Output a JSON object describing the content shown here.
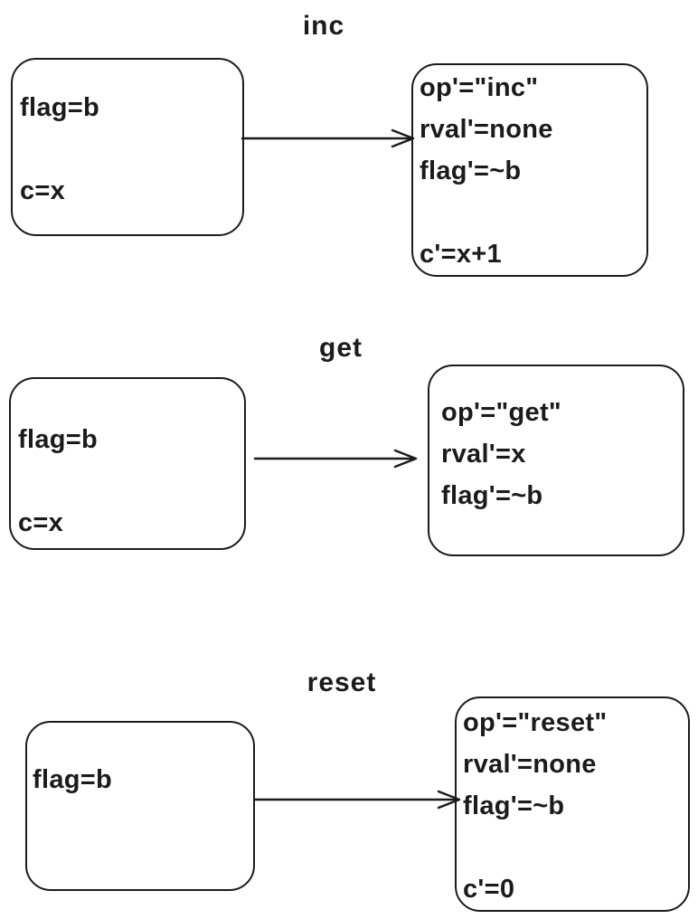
{
  "diagram": {
    "background_color": "#ffffff",
    "stroke_color": "#1b1b1b",
    "sections": [
      {
        "id": "inc",
        "title": "inc",
        "pre_state": {
          "lines": [
            "flag=b",
            "",
            "c=x"
          ]
        },
        "post_state": {
          "lines": [
            "op'=\"inc\"",
            "rval'=none",
            "flag'=~b",
            "",
            "c'=x+1"
          ]
        }
      },
      {
        "id": "get",
        "title": "get",
        "pre_state": {
          "lines": [
            "flag=b",
            "",
            "c=x"
          ]
        },
        "post_state": {
          "lines": [
            "op'=\"get\"",
            "rval'=x",
            "flag'=~b"
          ]
        }
      },
      {
        "id": "reset",
        "title": "reset",
        "pre_state": {
          "lines": [
            "flag=b"
          ]
        },
        "post_state": {
          "lines": [
            "op'=\"reset\"",
            "rval'=none",
            "flag'=~b",
            "",
            "c'=0"
          ]
        }
      }
    ]
  }
}
